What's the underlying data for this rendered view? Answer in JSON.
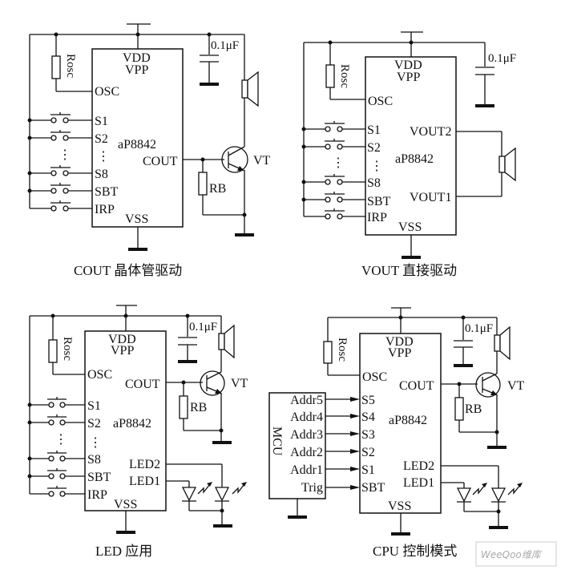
{
  "diagrams": [
    {
      "caption": "COUT 晶体管驱动",
      "chip": "aP8842",
      "supply": [
        "VDD",
        "VPP"
      ],
      "ground_pin": "VSS",
      "osc_pin": "OSC",
      "left_pins": [
        "S1",
        "S2",
        "⋮",
        "S8",
        "SBT",
        "IRP"
      ],
      "right_pins": [
        "COUT"
      ],
      "resistor_osc": "Rosc",
      "capacitor": "0.1μF",
      "resistor_b": "RB",
      "transistor": "VT"
    },
    {
      "caption": "VOUT 直接驱动",
      "chip": "aP8842",
      "supply": [
        "VDD",
        "VPP"
      ],
      "ground_pin": "VSS",
      "osc_pin": "OSC",
      "left_pins": [
        "S1",
        "S2",
        "⋮",
        "S8",
        "SBT",
        "IRP"
      ],
      "right_pins": [
        "VOUT2",
        "VOUT1"
      ],
      "resistor_osc": "Rosc",
      "capacitor": "0.1μF"
    },
    {
      "caption": "LED 应用",
      "chip": "aP8842",
      "supply": [
        "VDD",
        "VPP"
      ],
      "ground_pin": "VSS",
      "osc_pin": "OSC",
      "left_pins": [
        "S1",
        "S2",
        "⋮",
        "S8",
        "SBT",
        "IRP"
      ],
      "right_pins": [
        "COUT",
        "LED2",
        "LED1"
      ],
      "resistor_osc": "Rosc",
      "capacitor": "0.1μF",
      "resistor_b": "RB",
      "transistor": "VT"
    },
    {
      "caption": "CPU 控制模式",
      "chip": "aP8842",
      "supply": [
        "VDD",
        "VPP"
      ],
      "ground_pin": "VSS",
      "osc_pin": "OSC",
      "left_pins": [
        "S5",
        "S4",
        "S3",
        "S2",
        "S1",
        "SBT"
      ],
      "right_pins": [
        "COUT",
        "LED2",
        "LED1"
      ],
      "resistor_osc": "Rosc",
      "capacitor": "0.1μF",
      "resistor_b": "RB",
      "transistor": "VT",
      "mcu": {
        "label": "MCU",
        "pins": [
          "Addr5",
          "Addr4",
          "Addr3",
          "Addr2",
          "Addr1",
          "Trig"
        ]
      }
    }
  ],
  "watermark": "WeeQoo维库"
}
